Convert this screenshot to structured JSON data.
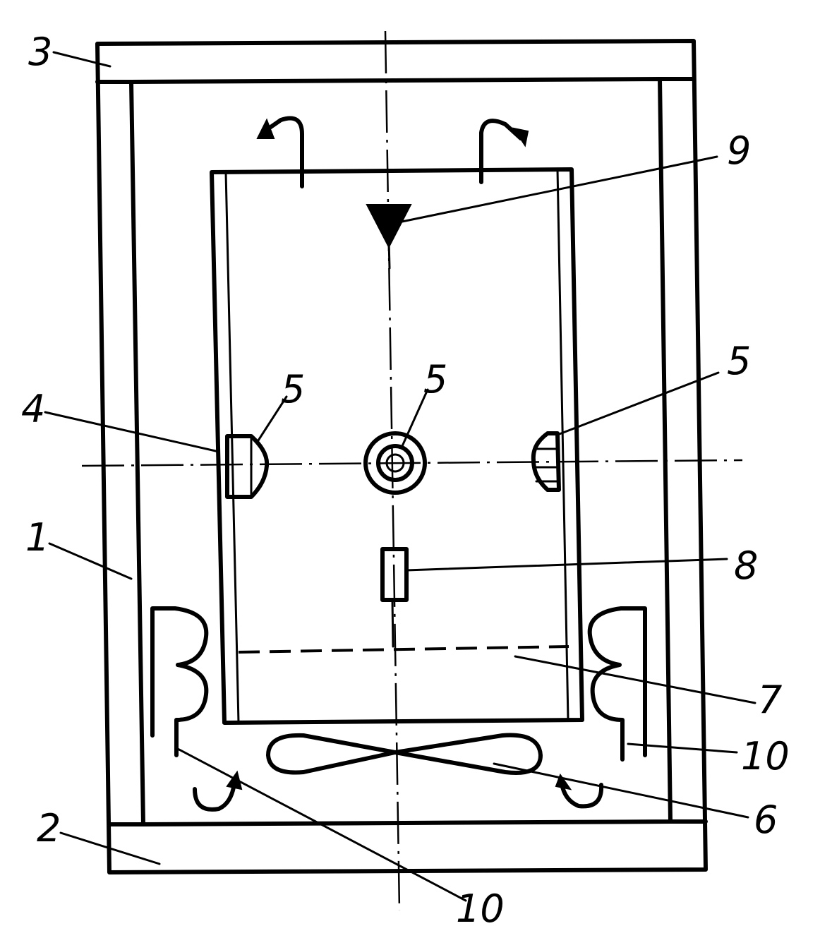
{
  "labels": {
    "l1": "1",
    "l2": "2",
    "l3": "3",
    "l4": "4",
    "l5_left": "5",
    "l5_center": "5",
    "l5_right": "5",
    "l6": "6",
    "l7": "7",
    "l8": "8",
    "l9": "9",
    "l10_right": "10",
    "l10_bottom": "10"
  }
}
